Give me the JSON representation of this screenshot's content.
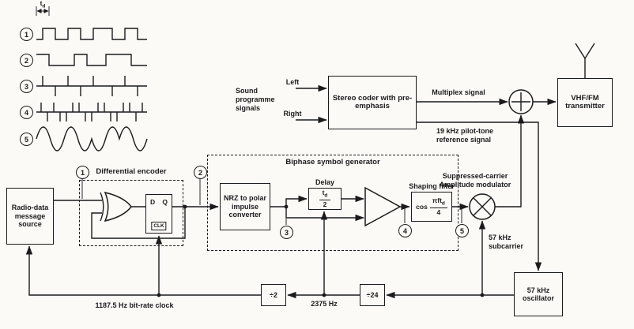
{
  "timing": {
    "base": "t",
    "sub": "d"
  },
  "markers": [
    "1",
    "2",
    "3",
    "4",
    "5"
  ],
  "waveforms": [
    {
      "name": "waveform-1-data-clock",
      "polylines": [
        "46,50 54,50 54,36 70,36 70,50 86,50 86,36 102,36 102,50 118,50 118,36 142,36 142,50 158,50 158,36 174,36 174,50 186,50"
      ],
      "paths": []
    },
    {
      "name": "waveform-2-differential-data",
      "polylines": [
        "46,69 62,69 62,83 94,83 94,69 110,69 110,83 134,83 134,69 166,69 166,83 186,83"
      ],
      "paths": []
    },
    {
      "name": "waveform-3-impulse-train",
      "polylines": [
        "46,109 186,109",
        "54,109 54,96",
        "70,109 70,122",
        "86,109 86,96",
        "102,109 102,122",
        "118,109 118,96",
        "142,109 142,122",
        "158,109 158,96",
        "174,109 174,122"
      ],
      "paths": []
    },
    {
      "name": "waveform-4-biphase-impulses",
      "polylines": [
        "46,142 186,142",
        "52,142 52,130",
        "60,142 60,154",
        "68,142 68,130",
        "76,142 76,154",
        "84,142 84,154",
        "92,142 92,130",
        "100,142 100,130",
        "108,142 108,154",
        "116,142 116,154",
        "124,142 124,130",
        "132,142 132,130",
        "140,142 140,154",
        "148,142 148,154",
        "156,142 156,130",
        "164,142 164,130",
        "172,142 172,154",
        "180,142 180,130"
      ],
      "paths": []
    },
    {
      "name": "waveform-5-shaped-biphase",
      "polylines": [],
      "paths": [
        "M46,176 q8.75,-30 17.5,0 q8.75,30 17.5,0 q8.75,-30 17.5,0 q8.75,30 17.5,0 q8.75,30 17.5,0 q8.75,-30 17.5,0 q8.75,-30 17.5,0 q8.75,30 17.5,0"
      ]
    }
  ],
  "encoder": {
    "title": "Differential encoder",
    "dff_d": "D",
    "dff_q": "Q",
    "dff_clk": "CLK"
  },
  "blocks": {
    "source": "Radio-data message source",
    "nrz": "NRZ to polar impulse converter",
    "biphase_title": "Biphase symbol generator",
    "delay_title": "Delay",
    "delay_num_base": "t",
    "delay_num_sub": "d",
    "delay_den": "2",
    "shaping_title": "Shaping filter",
    "filter_fn": "cos",
    "filter_num_base": "πft",
    "filter_num_sub": "d",
    "filter_den": "4",
    "stereo_coder": "Stereo coder with pre-emphasis",
    "vhf": "VHF/FM transmitter",
    "oscillator": "57 kHz oscillator",
    "div2": "÷2",
    "div24": "÷24"
  },
  "labels": {
    "sound": "Sound programme signals",
    "left": "Left",
    "right": "Right",
    "multiplex": "Multiplex signal",
    "pilot_1": "19 kHz pilot-tone",
    "pilot_2": "reference signal",
    "modulator_1": "Suppressed-carrier",
    "modulator_2": "Amplitude modulator",
    "subcarrier_1": "57 kHz",
    "subcarrier_2": "subcarrier",
    "f2375": "2375 Hz",
    "bitclock": "1187.5 Hz bit-rate clock"
  }
}
